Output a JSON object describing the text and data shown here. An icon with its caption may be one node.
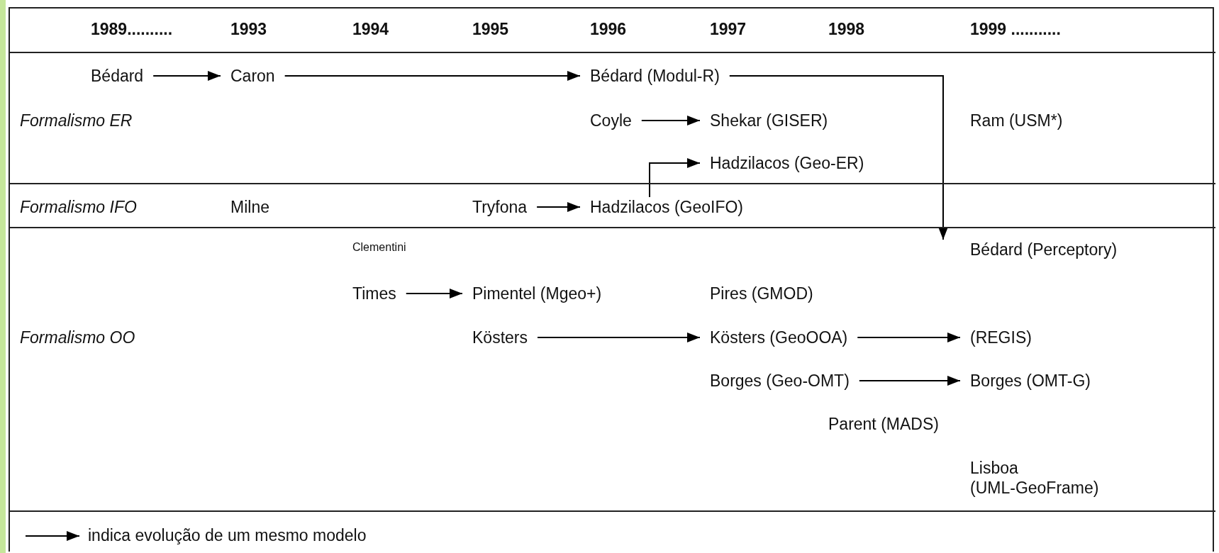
{
  "diagram": {
    "nodes": [
      {
        "text": [
          "Formalismo ER"
        ]
      },
      {
        "text": [
          "Bédard"
        ],
        "in": 0
      },
      {
        "text": [
          "Caron"
        ],
        "in": 0
      },
      {
        "text": [
          "Bédard (Modul-R)"
        ],
        "in": 0
      },
      {
        "text": [
          "Coyle"
        ],
        "in": 0
      },
      {
        "text": [
          "Shekar (GISER)"
        ],
        "in": 0
      },
      {
        "text": [
          "Ram (USM*)"
        ],
        "in": 0
      },
      {
        "text": [
          "Hadzilacos (Geo-ER)"
        ],
        "in": 0
      },
      {
        "text": [
          "Formalismo IFO"
        ]
      },
      {
        "text": [
          "Milne"
        ],
        "in": 8
      },
      {
        "text": [
          "Tryfona"
        ],
        "in": 8
      },
      {
        "text": [
          "Hadzilacos (GeoIFO)"
        ],
        "in": 8
      },
      {
        "text": [
          "Formalismo OO"
        ]
      },
      {
        "text": [
          "Clementini"
        ],
        "in": 12
      },
      {
        "text": [
          "Bédard (Perceptory)"
        ],
        "in": 12
      },
      {
        "text": [
          "Times"
        ],
        "in": 12
      },
      {
        "text": [
          "Pimentel (Mgeo+)"
        ],
        "in": 12
      },
      {
        "text": [
          "Pires (GMOD)"
        ],
        "in": 12
      },
      {
        "text": [
          "Kösters"
        ],
        "in": 12
      },
      {
        "text": [
          "Kösters (GeoOOA)"
        ],
        "in": 12
      },
      {
        "text": [
          "(REGIS)"
        ],
        "in": 12
      },
      {
        "text": [
          "Borges (Geo-OMT)"
        ],
        "in": 12
      },
      {
        "text": [
          "Borges (OMT-G)"
        ],
        "in": 12
      },
      {
        "text": [
          "Parent (MADS)"
        ],
        "in": 12
      },
      {
        "text": [
          "Lisboa (UML-GeoFrame)"
        ],
        "in": 12
      }
    ],
    "edges": [
      {
        "from": 1,
        "to": 2,
        "arrow": "to"
      },
      {
        "from": 2,
        "to": 3,
        "arrow": "to"
      },
      {
        "from": 3,
        "to": 14,
        "arrow": "to"
      },
      {
        "from": 4,
        "to": 5,
        "arrow": "to"
      },
      {
        "from": 11,
        "to": 7,
        "arrow": "to"
      },
      {
        "from": 10,
        "to": 11,
        "arrow": "to"
      },
      {
        "from": 15,
        "to": 16,
        "arrow": "to"
      },
      {
        "from": 18,
        "to": 19,
        "arrow": "to"
      },
      {
        "from": 19,
        "to": 20,
        "arrow": "to"
      },
      {
        "from": 21,
        "to": 22,
        "arrow": "to"
      }
    ],
    "labels": [
      "1989..........",
      "1993",
      "1994",
      "1995",
      "1996",
      "1997",
      "1998",
      "1999 ..........."
    ],
    "legend": [
      {
        "text": "indica evolução de um mesmo modelo"
      }
    ]
  }
}
